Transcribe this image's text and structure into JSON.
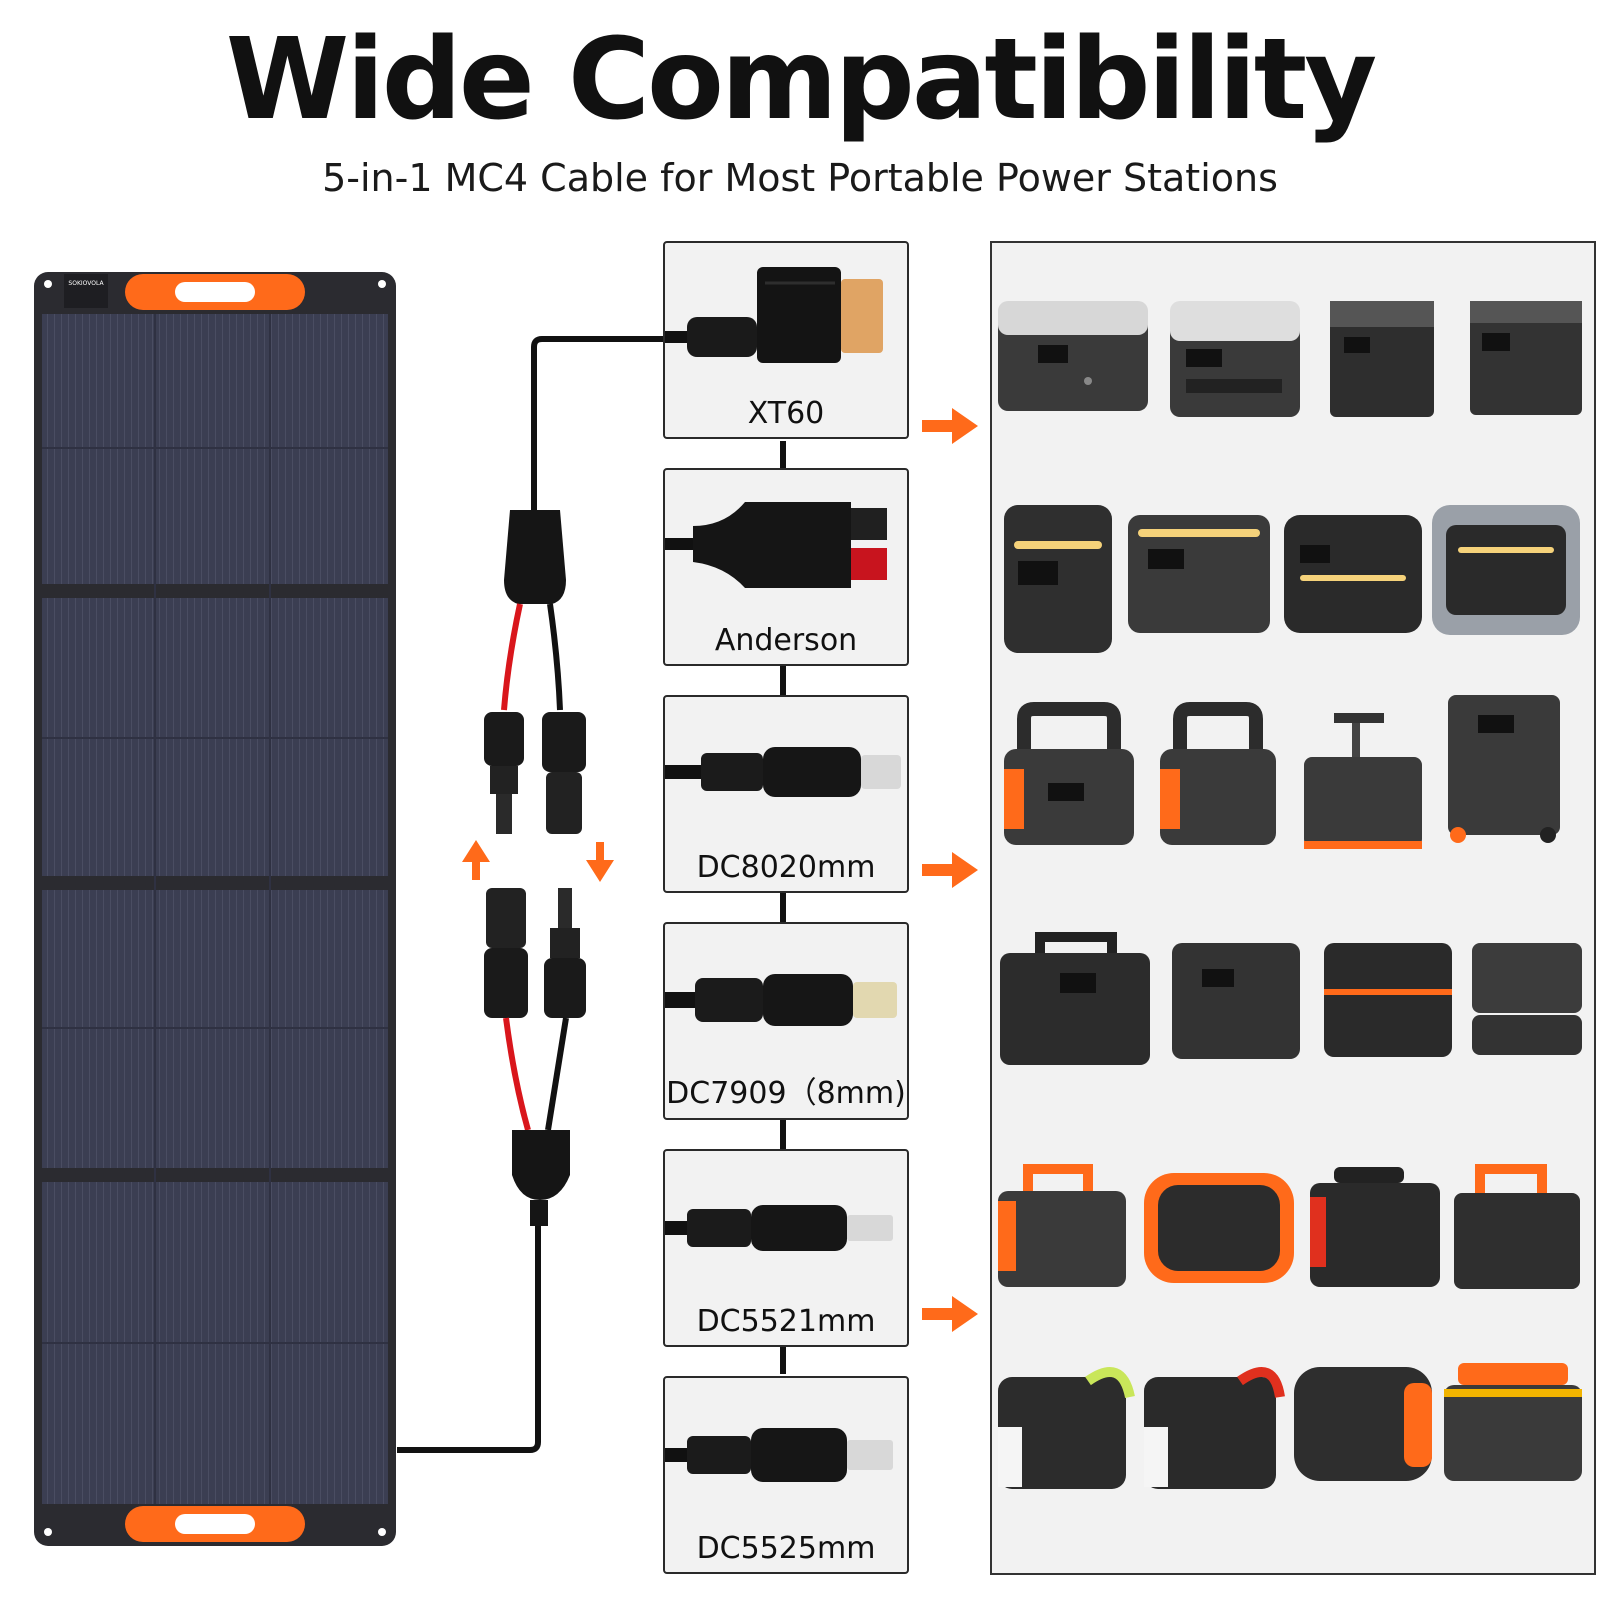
{
  "header": {
    "title": "Wide Compatibility",
    "subtitle": "5-in-1 MC4 Cable for Most Portable Power Stations"
  },
  "panel": {
    "brand_label": "SOKIOVOLA"
  },
  "connectors": [
    {
      "label": "XT60",
      "icon": "xt60-plug-icon"
    },
    {
      "label": "Anderson",
      "icon": "anderson-plug-icon"
    },
    {
      "label": "DC8020mm",
      "icon": "dc8020-plug-icon"
    },
    {
      "label": "DC7909（8mm)",
      "icon": "dc7909-plug-icon"
    },
    {
      "label": "DC5521mm",
      "icon": "dc5521-plug-icon"
    },
    {
      "label": "DC5525mm",
      "icon": "dc5525-plug-icon"
    }
  ],
  "colors": {
    "accent": "#ff6a1a",
    "panel": "#3a3d4f",
    "frame": "#2b2b2f",
    "cable_red": "#d9161c",
    "cable_black": "#111111"
  },
  "device_rows": [
    {
      "style": [
        "ecoflow-grey",
        "ecoflow-grey",
        "ecoflow-dark",
        "ecoflow-dark"
      ]
    },
    {
      "style": [
        "anker-dark",
        "anker-dark",
        "anker-dark",
        "anker-blue"
      ]
    },
    {
      "style": [
        "jackery-orange",
        "jackery-orange",
        "jackery-cart",
        "jackery-tall"
      ]
    },
    {
      "style": [
        "bluetti-dark",
        "bluetti-dark",
        "bluetti-orange",
        "bluetti-stack"
      ]
    },
    {
      "style": [
        "marbero-orange",
        "generic-orange",
        "flashfish-red",
        "generic-black"
      ]
    },
    {
      "style": [
        "generic-green",
        "marbero-red",
        "generic-orange",
        "generic-yellow"
      ]
    }
  ]
}
